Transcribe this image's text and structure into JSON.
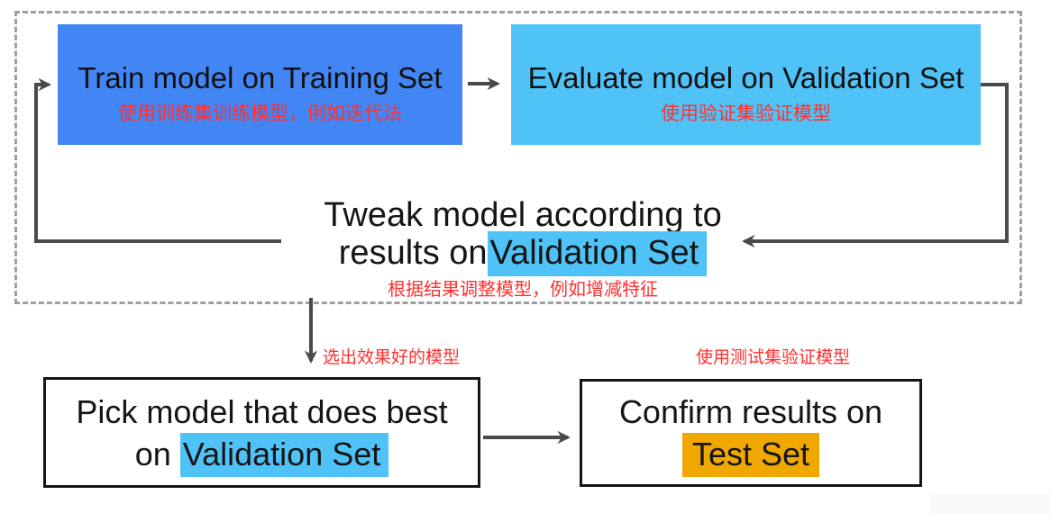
{
  "loop": {
    "train_box": {
      "title": "Train model on Training Set",
      "note": "使用训练集训练模型，例如迭代法"
    },
    "evaluate_box": {
      "title": "Evaluate model on Validation Set",
      "note": "使用验证集验证模型"
    },
    "tweak": {
      "line1": "Tweak model according to",
      "line2_prefix": "results on",
      "line2_highlight": "Validation Set",
      "note": "根据结果调整模型，例如增减特征"
    }
  },
  "bottom": {
    "pick_note": "选出效果好的模型",
    "confirm_note": "使用测试集验证模型",
    "pick_box": {
      "line1": "Pick model that does best",
      "line2_prefix": "on ",
      "line2_highlight": "Validation Set"
    },
    "confirm_box": {
      "line1": "Confirm results on",
      "line2_highlight": "Test Set"
    }
  },
  "colors": {
    "train_box_bg": "#4285F4",
    "evaluate_box_bg": "#4FC3F7",
    "validation_highlight": "#4FC3F7",
    "test_set_highlight": "#F0A800",
    "annotation_red": "#FF3030",
    "arrow_gray": "#4A4A4A",
    "dashed_border_gray": "#9E9E9E",
    "box_outline_black": "#151515"
  }
}
